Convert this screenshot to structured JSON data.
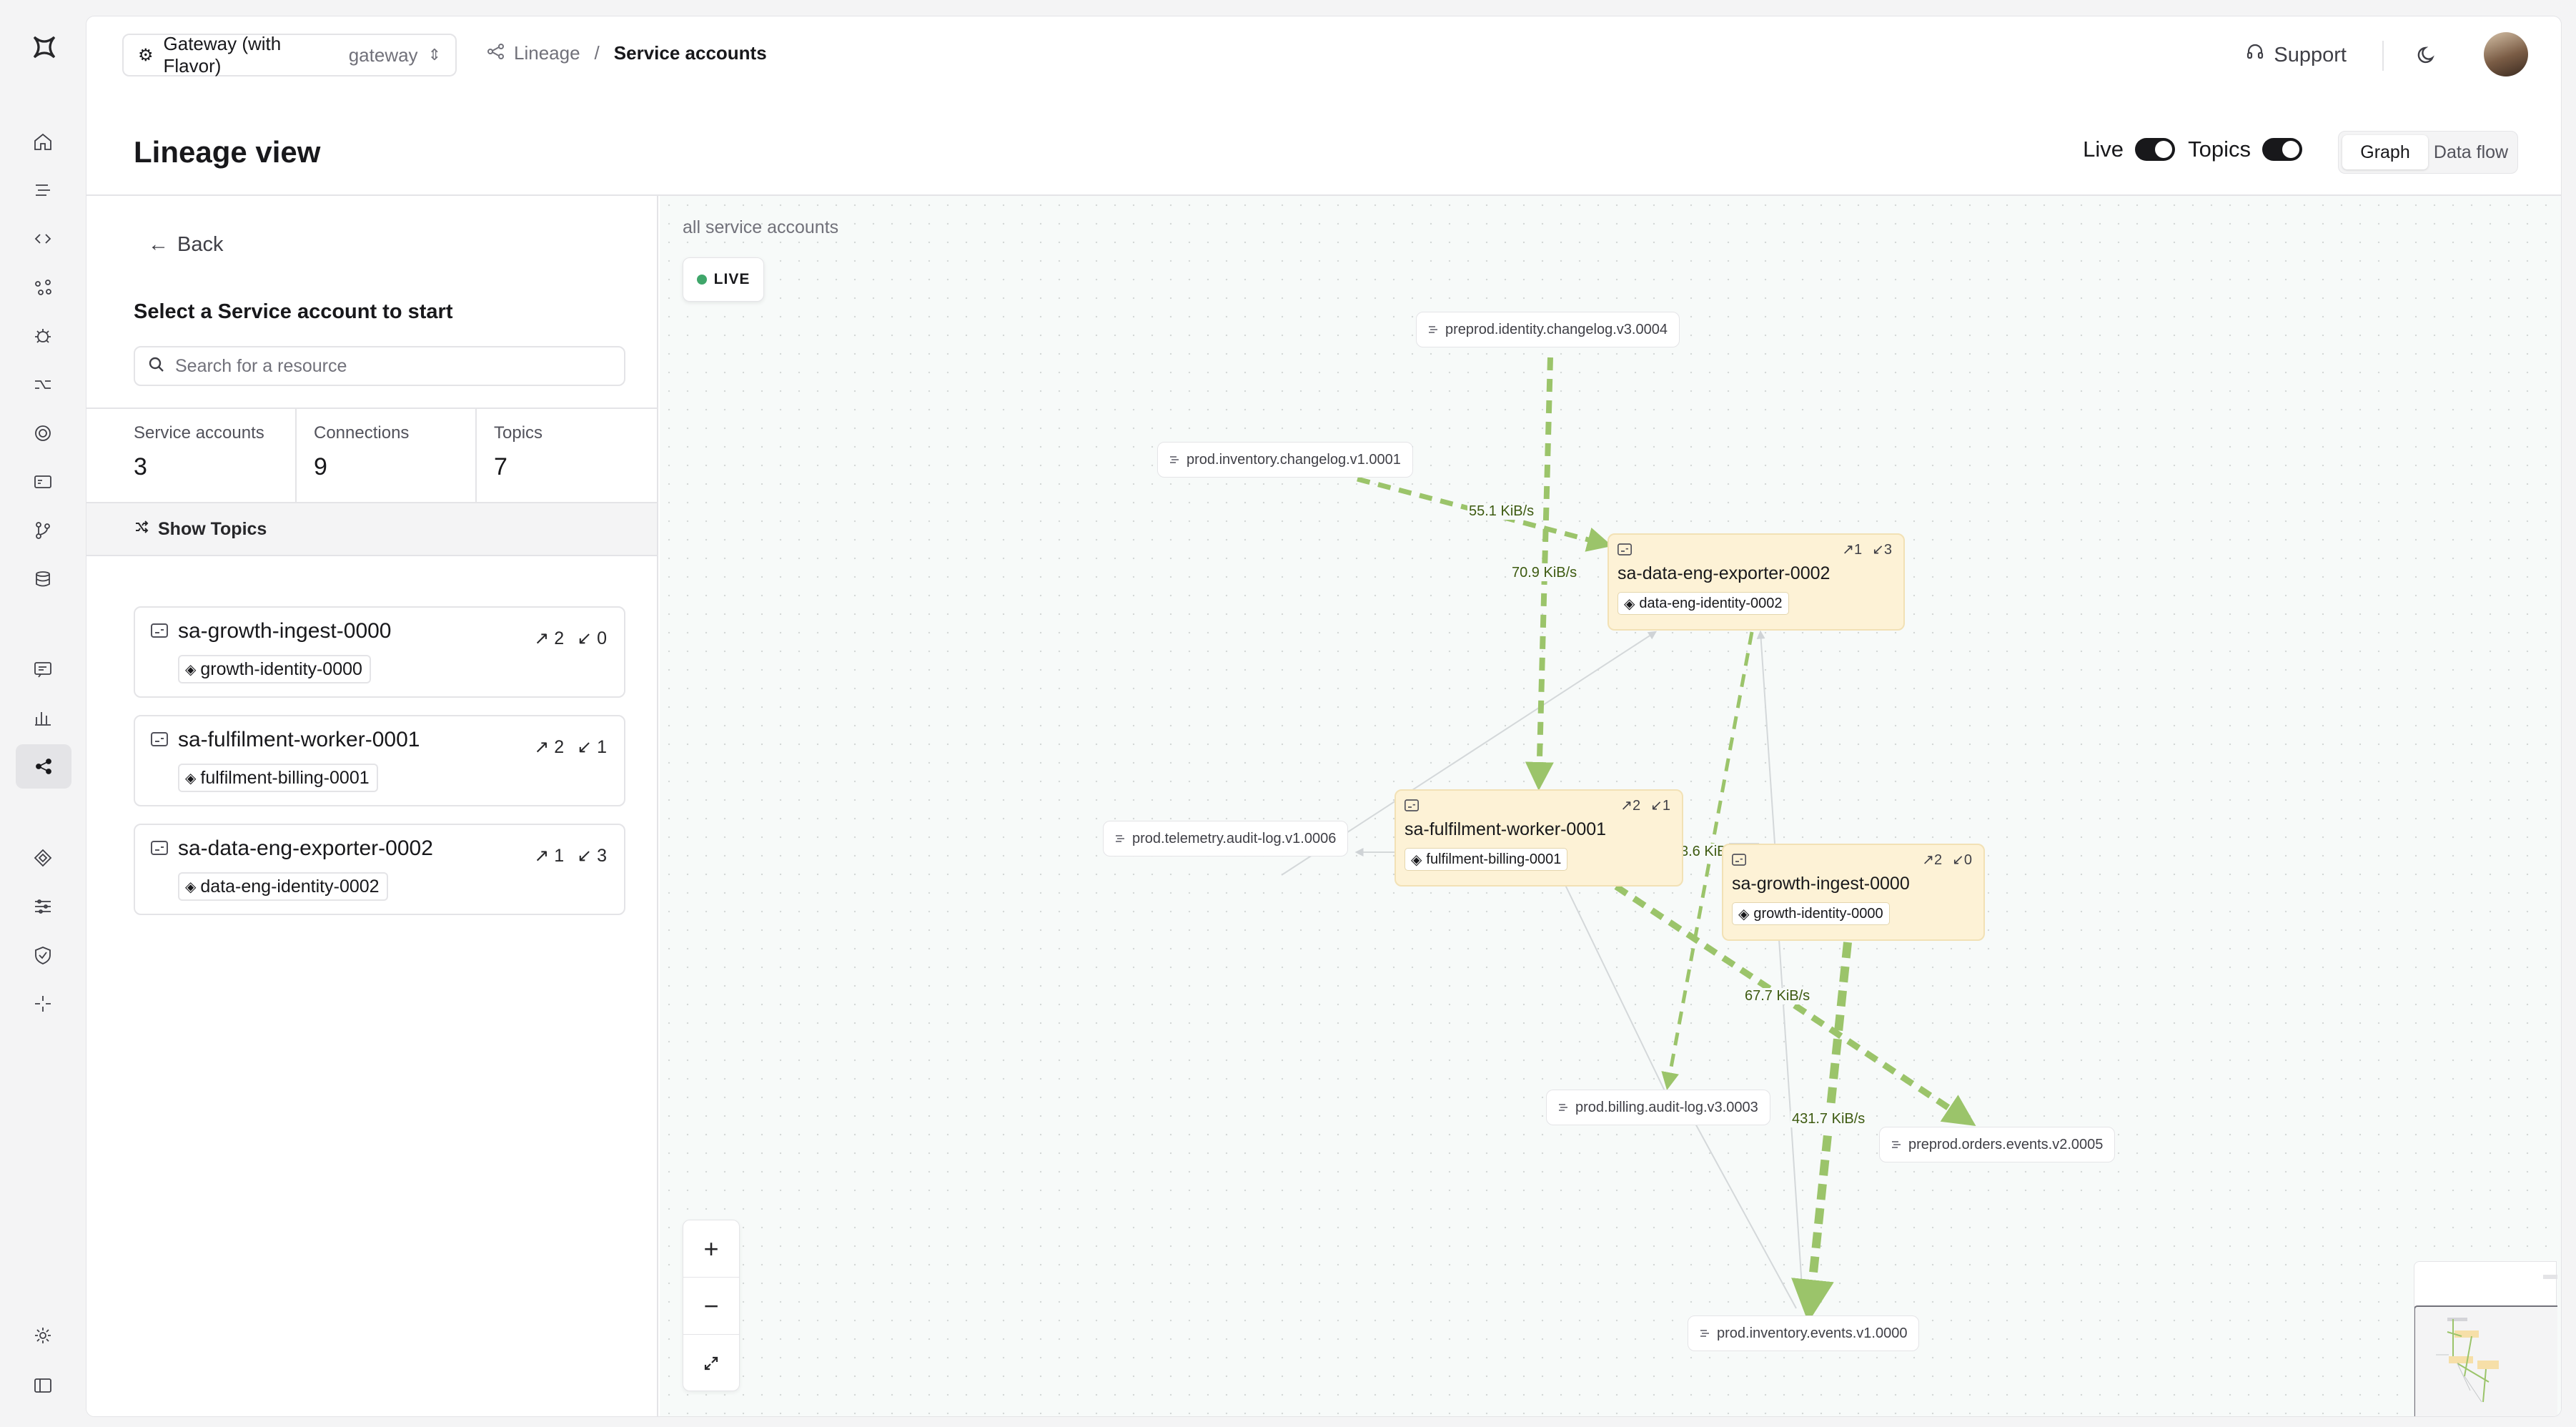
{
  "gateway": {
    "name": "Gateway (with Flavor)",
    "type": "gateway"
  },
  "breadcrumb": {
    "parent": "Lineage",
    "separator": "/",
    "current": "Service accounts"
  },
  "header": {
    "support": "Support"
  },
  "page": {
    "title": "Lineage view"
  },
  "toggles": {
    "live": "Live",
    "topics": "Topics",
    "view_graph": "Graph",
    "view_dataflow": "Data flow"
  },
  "sidebar": {
    "back": "Back",
    "select_title": "Select a Service account to start",
    "search_placeholder": "Search for a resource",
    "stats": [
      {
        "label": "Service accounts",
        "value": "3"
      },
      {
        "label": "Connections",
        "value": "9"
      },
      {
        "label": "Topics",
        "value": "7"
      }
    ],
    "show_topics": "Show Topics",
    "accounts": [
      {
        "name": "sa-growth-ingest-0000",
        "identity": "growth-identity-0000",
        "out": "2",
        "in": "0"
      },
      {
        "name": "sa-fulfilment-worker-0001",
        "identity": "fulfilment-billing-0001",
        "out": "2",
        "in": "1"
      },
      {
        "name": "sa-data-eng-exporter-0002",
        "identity": "data-eng-identity-0002",
        "out": "1",
        "in": "3"
      }
    ]
  },
  "canvas": {
    "label": "all service accounts",
    "live_badge": "LIVE",
    "topics": [
      "preprod.identity.changelog.v3.0004",
      "prod.inventory.changelog.v1.0001",
      "prod.telemetry.audit-log.v1.0006",
      "prod.billing.audit-log.v3.0003",
      "preprod.orders.events.v2.0005",
      "prod.inventory.events.v1.0000"
    ],
    "nodes": [
      {
        "name": "sa-data-eng-exporter-0002",
        "identity": "data-eng-identity-0002",
        "out": "1",
        "in": "3"
      },
      {
        "name": "sa-fulfilment-worker-0001",
        "identity": "fulfilment-billing-0001",
        "out": "2",
        "in": "1"
      },
      {
        "name": "sa-growth-ingest-0000",
        "identity": "growth-identity-0000",
        "out": "2",
        "in": "0"
      }
    ],
    "edge_labels": [
      "55.1 KiB/s",
      "70.9 KiB/s",
      "3.6 KiB",
      "67.7 KiB/s",
      "431.7 KiB/s"
    ],
    "zoom_in": "+",
    "zoom_out": "−"
  },
  "colors": {
    "accent": "#18181b",
    "edge": "#9bc46a",
    "node_bg": "#fdf2d6",
    "live_dot": "#3fa66a"
  }
}
